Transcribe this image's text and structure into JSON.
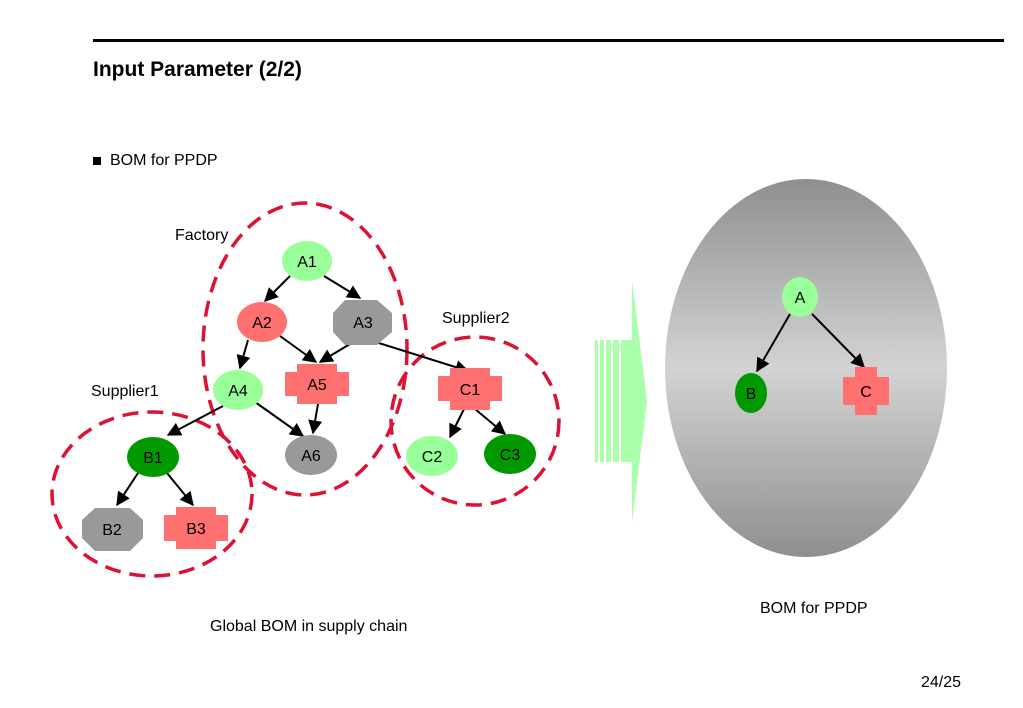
{
  "slide": {
    "title": "Input Parameter (2/2)",
    "bullet": "BOM for PPDP",
    "page_number": "24/25"
  },
  "captions": {
    "global_bom": "Global BOM in supply chain",
    "bom_ppdp": "BOM for PPDP"
  },
  "groups": {
    "factory": "Factory",
    "supplier1": "Supplier1",
    "supplier2": "Supplier2"
  },
  "colors": {
    "light_green": "#99ff99",
    "dark_green": "#009900",
    "salmon": "#ff7070",
    "gray": "#999999",
    "boundary_red": "#dd1133",
    "arrow_green": "#aaffaa"
  },
  "global_bom_nodes": {
    "A1": "A1",
    "A2": "A2",
    "A3": "A3",
    "A4": "A4",
    "A5": "A5",
    "A6": "A6",
    "B1": "B1",
    "B2": "B2",
    "B3": "B3",
    "C1": "C1",
    "C2": "C2",
    "C3": "C3"
  },
  "ppdp_bom_nodes": {
    "A": "A",
    "B": "B",
    "C": "C"
  }
}
